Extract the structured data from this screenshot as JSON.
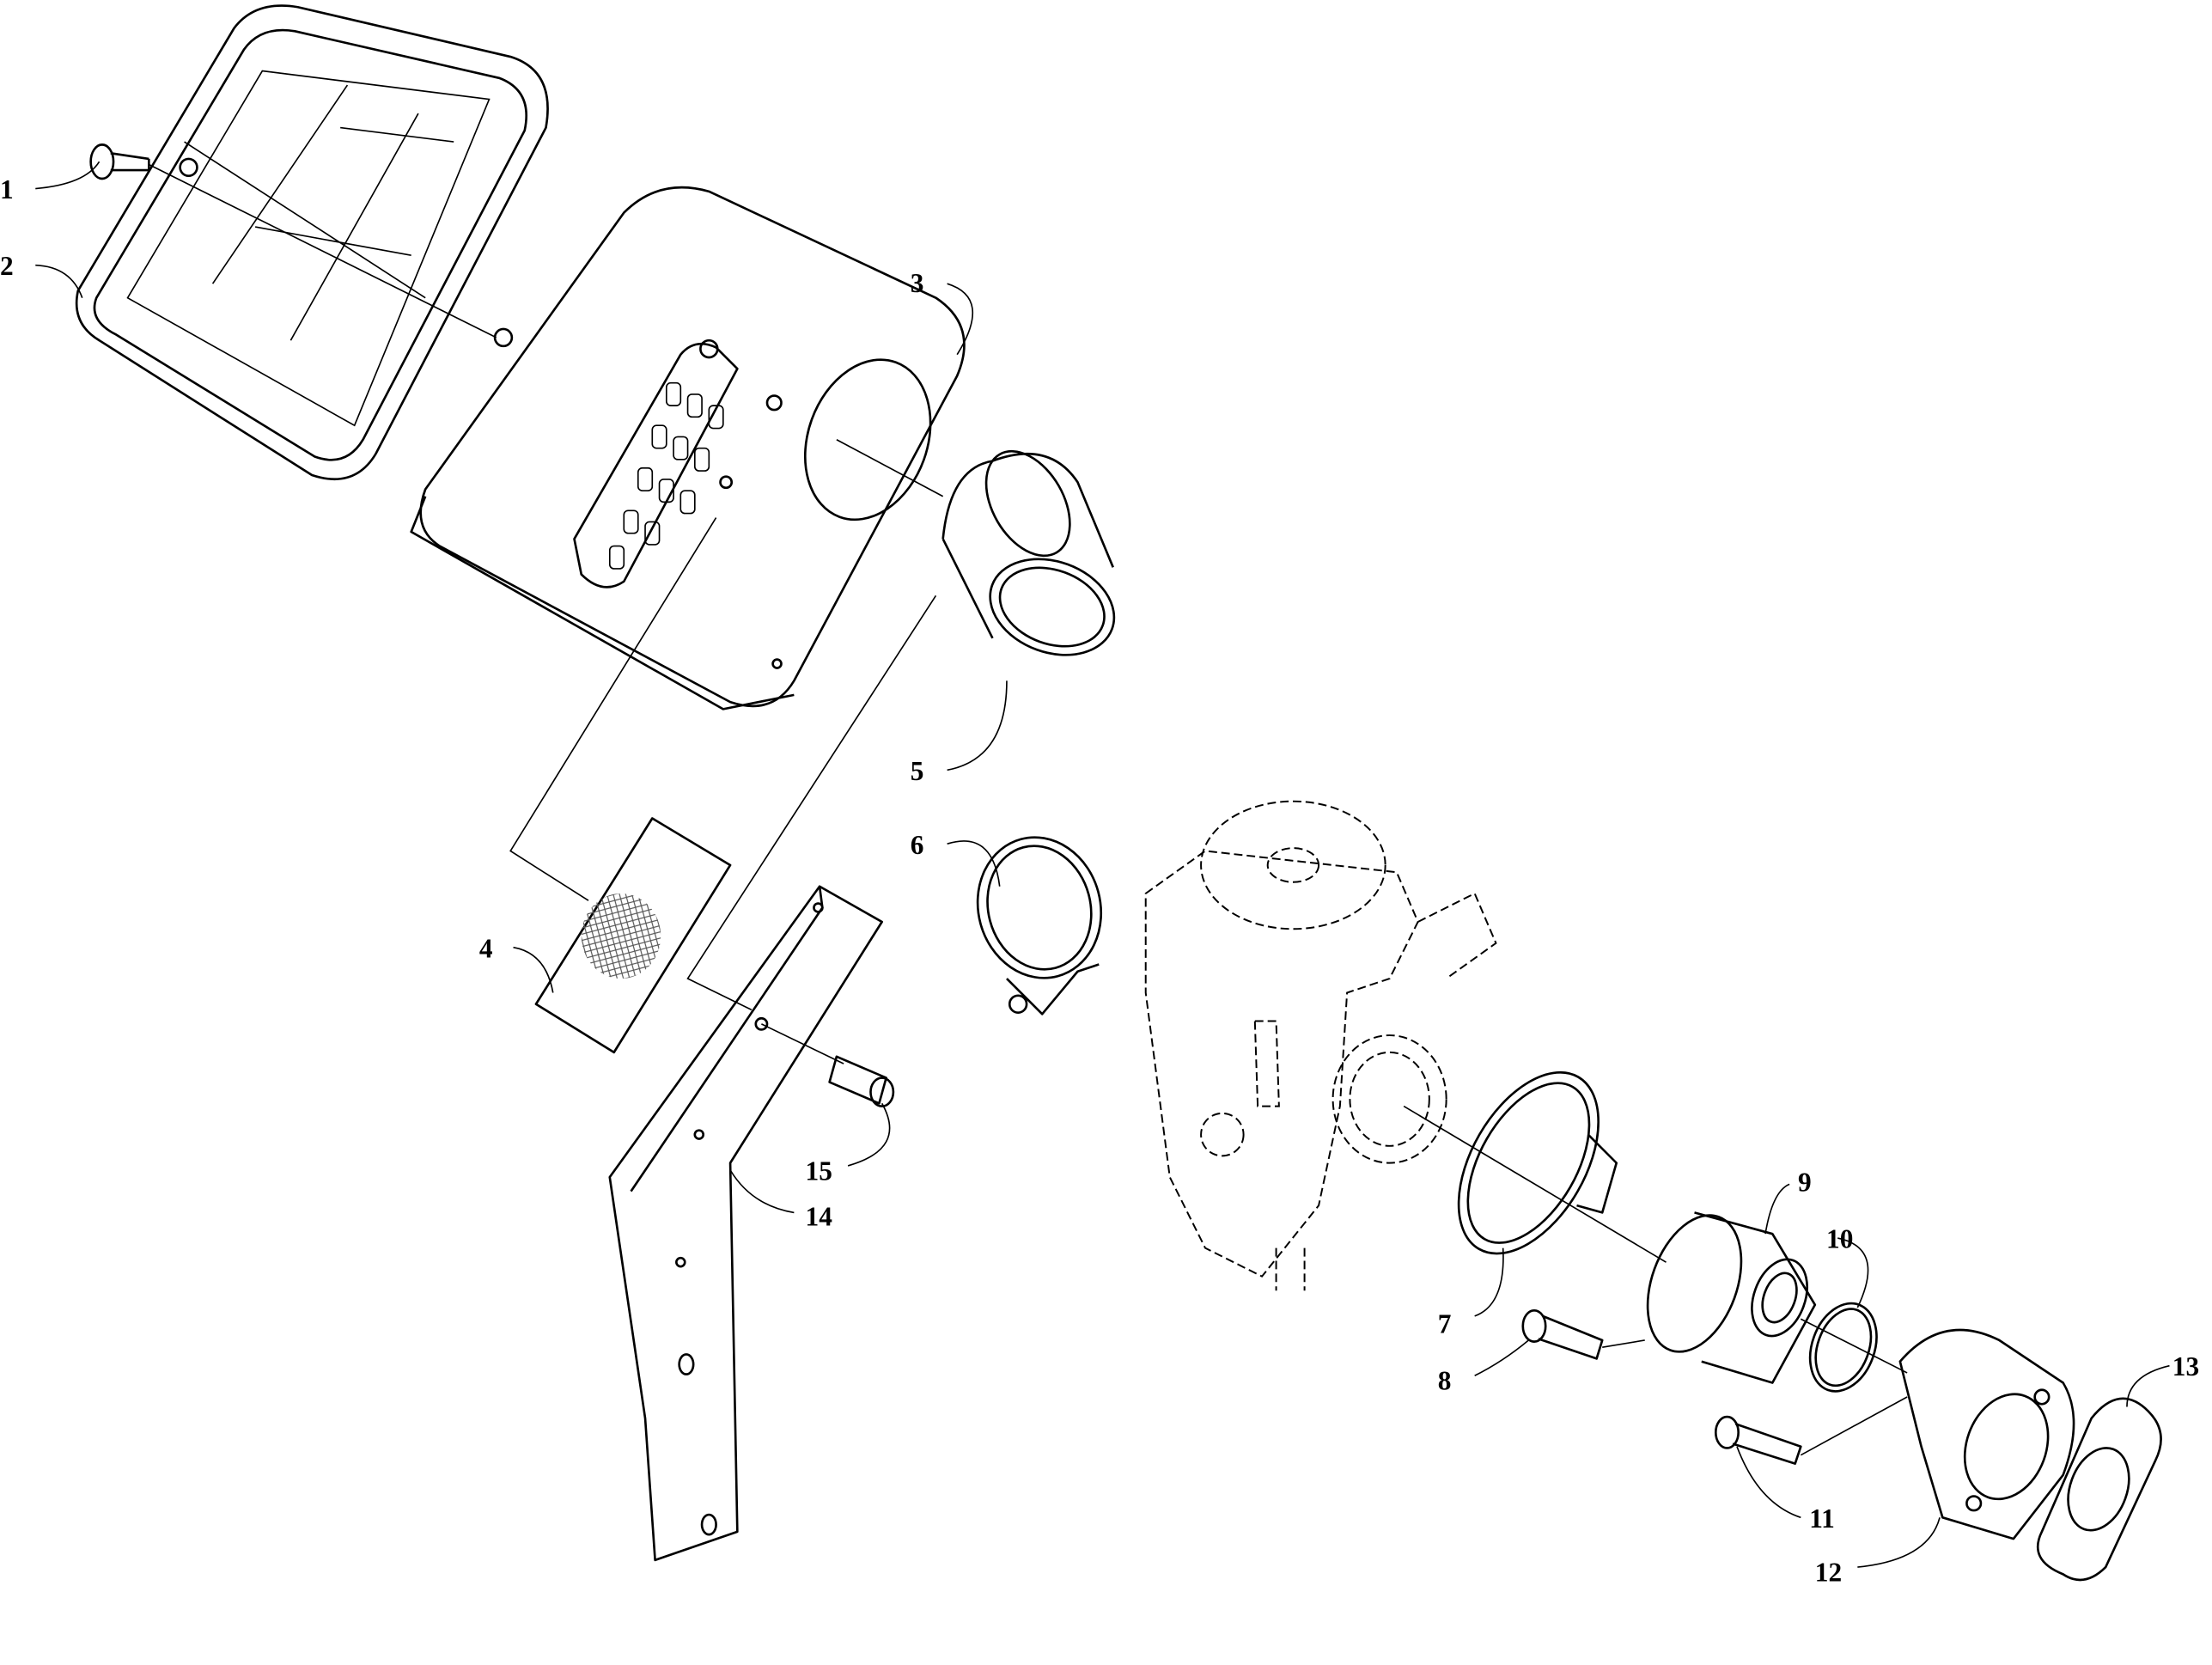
{
  "title": "Air Silencer / Carburetor Exploded Parts Diagram",
  "callouts": [
    {
      "number": "1",
      "part": "screw"
    },
    {
      "number": "2",
      "part": "air-silencer-cover"
    },
    {
      "number": "3",
      "part": "air-silencer-housing"
    },
    {
      "number": "4",
      "part": "screen"
    },
    {
      "number": "5",
      "part": "boot"
    },
    {
      "number": "6",
      "part": "clamp"
    },
    {
      "number": "7",
      "part": "clamp"
    },
    {
      "number": "8",
      "part": "cap-screw"
    },
    {
      "number": "9",
      "part": "intake-boot"
    },
    {
      "number": "10",
      "part": "o-ring"
    },
    {
      "number": "11",
      "part": "cap-screw"
    },
    {
      "number": "12",
      "part": "intake-pipe"
    },
    {
      "number": "13",
      "part": "gasket"
    },
    {
      "number": "14",
      "part": "bracket"
    },
    {
      "number": "15",
      "part": "cap-screw"
    }
  ]
}
